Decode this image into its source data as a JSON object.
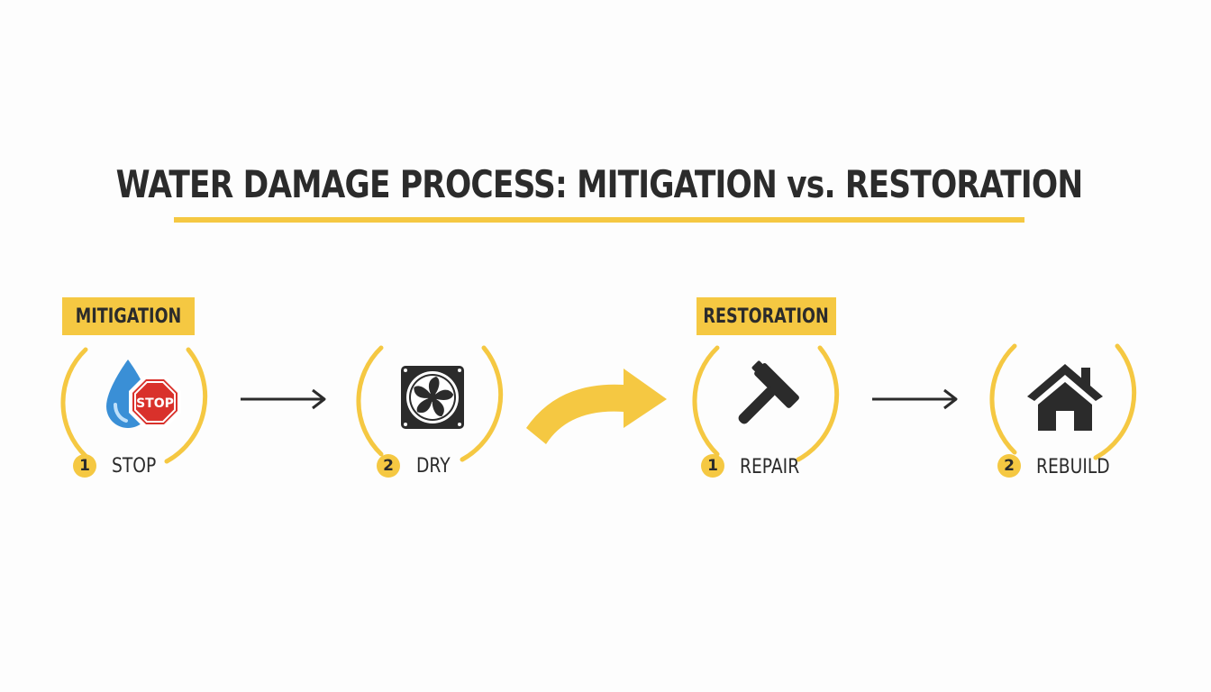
{
  "title": "WATER DAMAGE PROCESS: MITIGATION vs. RESTORATION",
  "colors": {
    "accent": "#f5c842",
    "text": "#2b2b2b",
    "water": "#3a8fd6",
    "stop_red": "#d9312b"
  },
  "phases": [
    {
      "label": "MITIGATION",
      "steps": [
        {
          "number": "1",
          "label": "STOP",
          "icon": "water-drop-stop-sign-icon",
          "sign_text": "STOP"
        },
        {
          "number": "2",
          "label": "DRY",
          "icon": "fan-icon"
        }
      ]
    },
    {
      "label": "RESTORATION",
      "steps": [
        {
          "number": "1",
          "label": "REPAIR",
          "icon": "hammer-icon"
        },
        {
          "number": "2",
          "label": "REBUILD",
          "icon": "house-icon"
        }
      ]
    }
  ]
}
